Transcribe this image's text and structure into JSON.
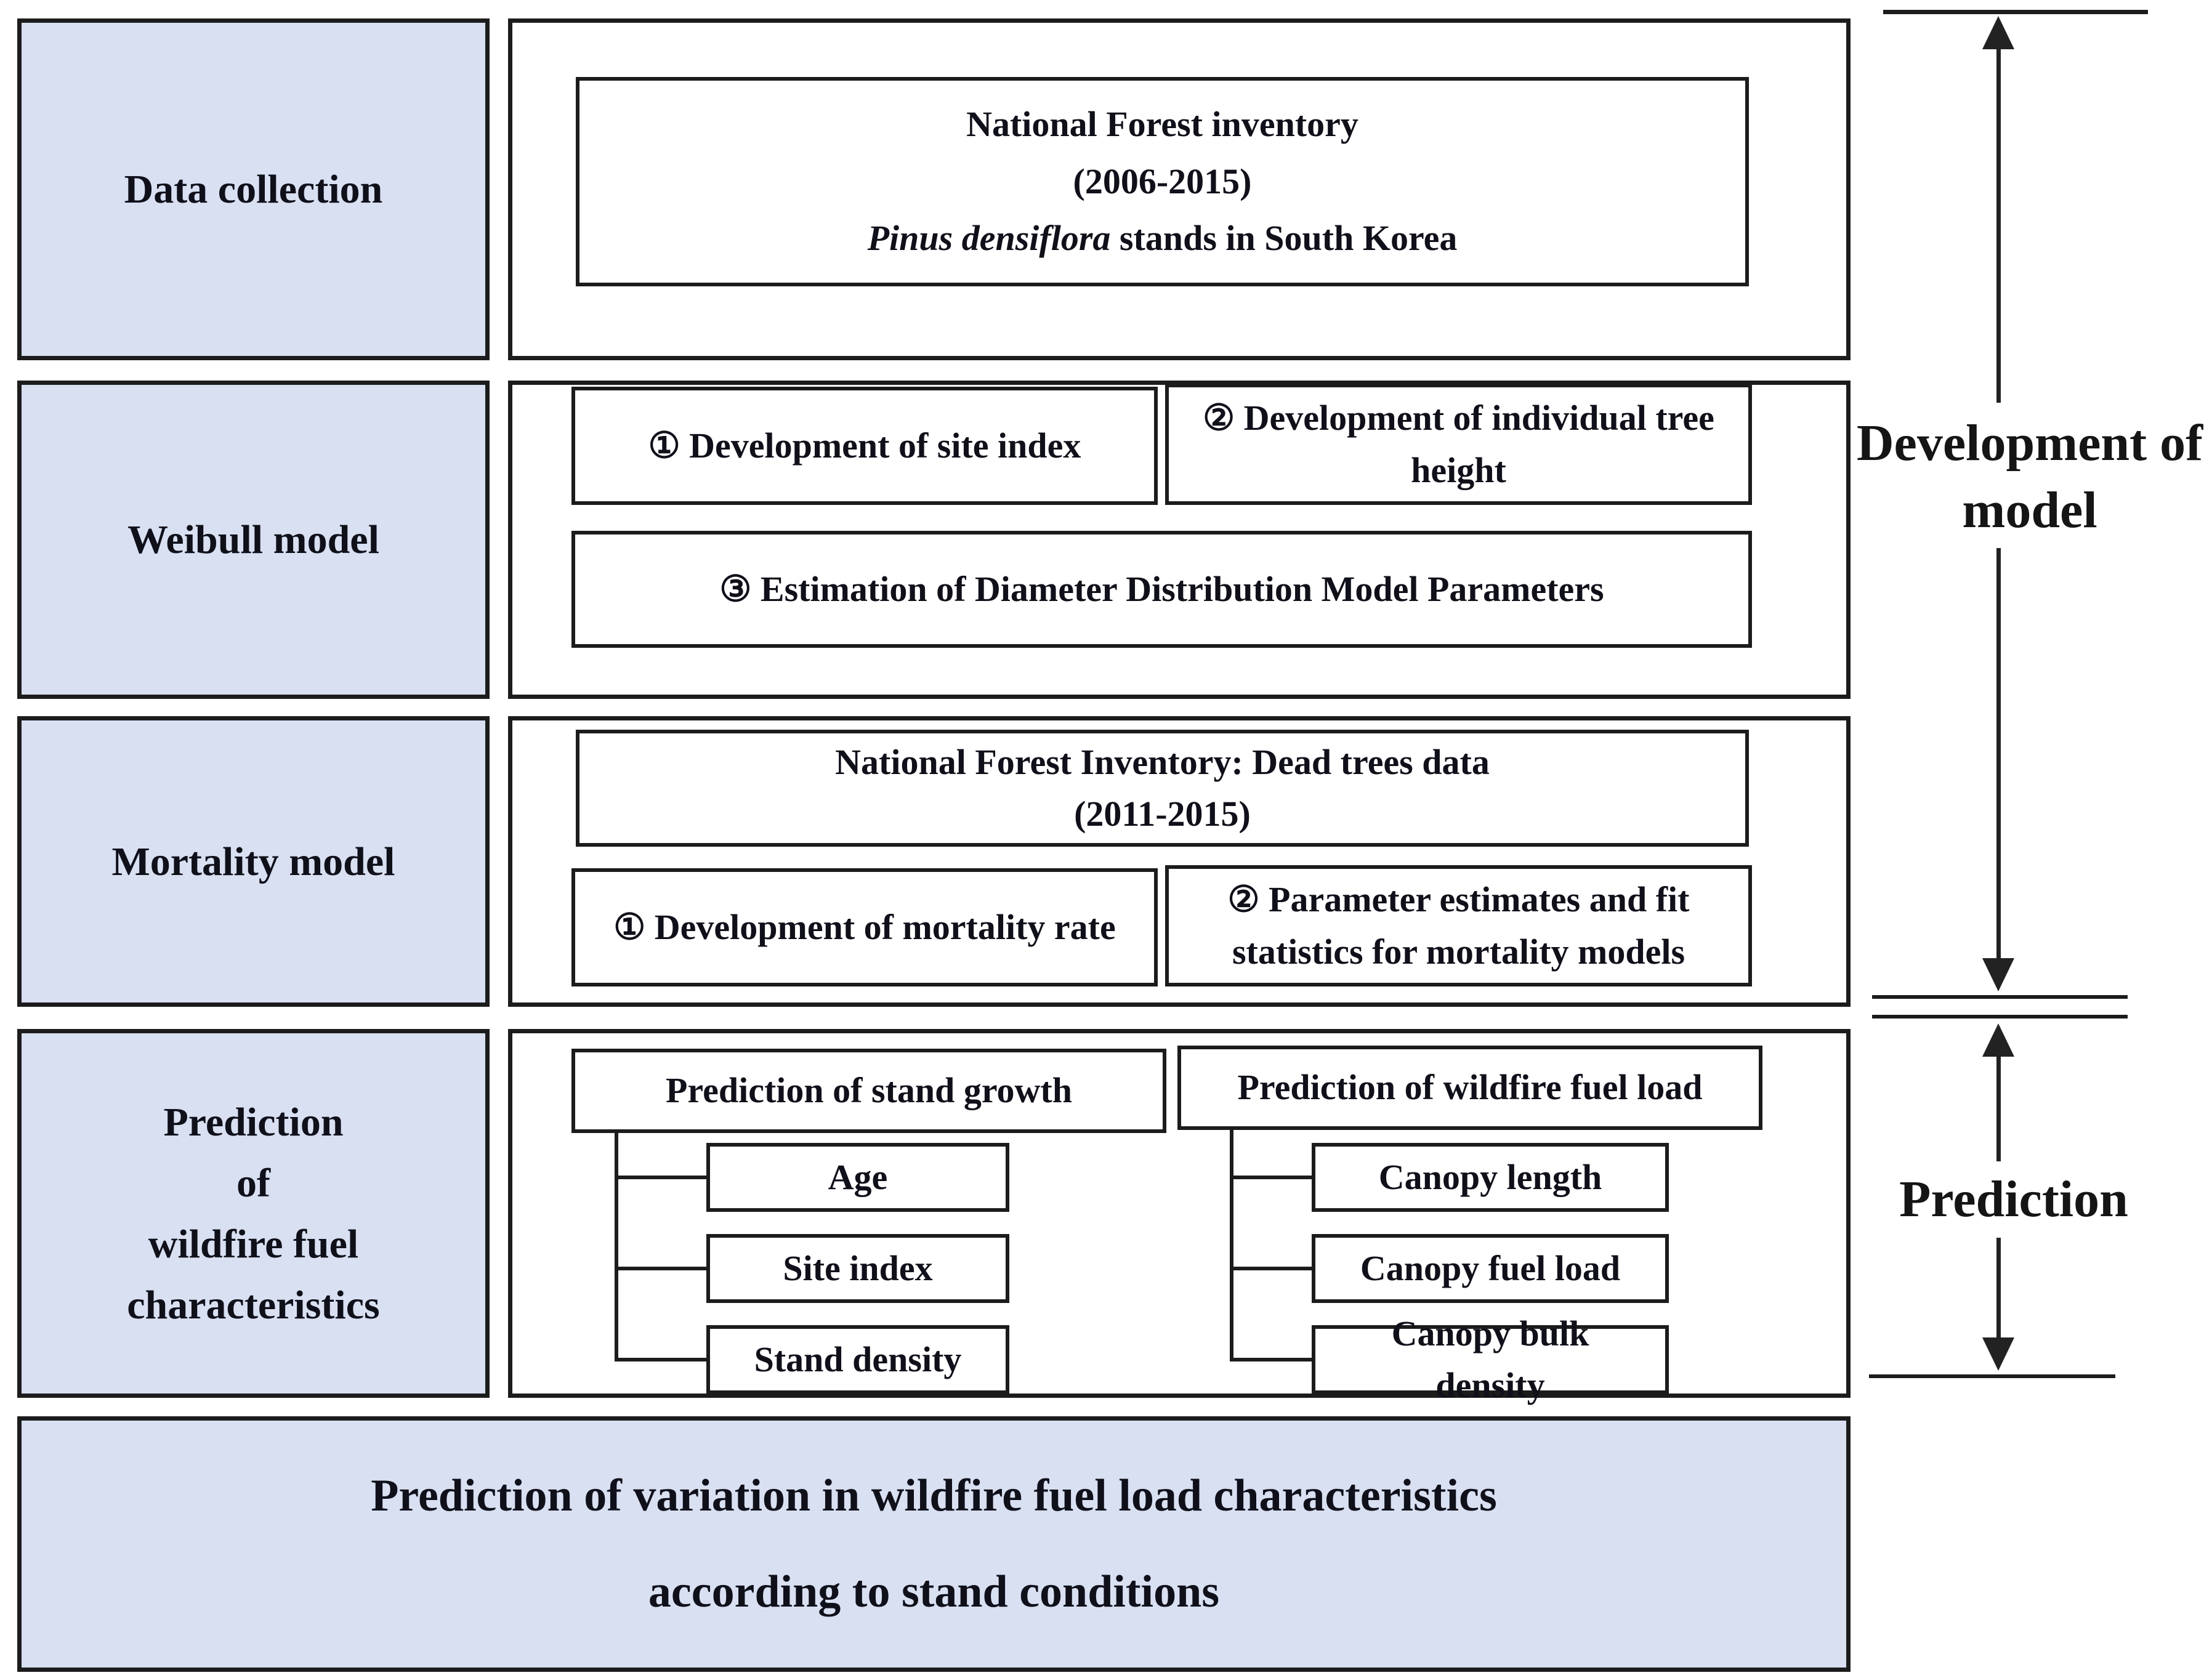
{
  "palette": {
    "box_fill": "#d8e0f2",
    "border": "#1c1c1c",
    "text": "#10101a"
  },
  "left_column": {
    "data_collection": "Data collection",
    "weibull": "Weibull model",
    "mortality": "Mortality model",
    "prediction": "Prediction\nof\nwildfire fuel\ncharacteristics"
  },
  "data_collection_row": {
    "nfi_title": "National Forest inventory\n(2006-2015)",
    "nfi_species_italic": "Pinus densiflora",
    "nfi_species_rest": " stands in South Korea"
  },
  "weibull_row": {
    "site_index": "① Development of site index",
    "tree_height": "② Development of individual tree height",
    "diameter": "③ Estimation of Diameter Distribution Model Parameters"
  },
  "mortality_row": {
    "dead_trees": "National Forest Inventory: Dead trees data\n(2011-2015)",
    "mortality_rate": "① Development of mortality rate",
    "parameter_estimates": "② Parameter estimates and fit statistics for mortality models"
  },
  "prediction_row": {
    "stand_growth_header": "Prediction of stand growth",
    "fuel_load_header": "Prediction of wildfire fuel load",
    "stand_growth_items": [
      "Age",
      "Site index",
      "Stand density"
    ],
    "fuel_load_items": [
      "Canopy length",
      "Canopy fuel load",
      "Canopy bulk density"
    ]
  },
  "bottom_box": {
    "text": "Prediction of variation in wildfire fuel load characteristics\naccording to stand conditions"
  },
  "side_labels": {
    "development": "Development of\nmodel",
    "prediction": "Prediction"
  }
}
